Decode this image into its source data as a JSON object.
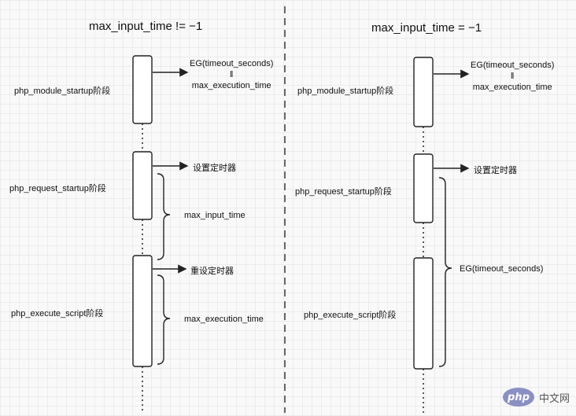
{
  "left": {
    "title": "max_input_time != −1",
    "phase_module": "php_module_startup阶段",
    "phase_request": "php_request_startup阶段",
    "phase_execute": "php_execute_script阶段",
    "eg_line1": "EG(timeout_seconds)",
    "eg_equals": "‖",
    "eg_line2": "max_execution_time",
    "set_timer": "设置定时器",
    "max_input": "max_input_time",
    "reset_timer": "重设定时器",
    "max_exec": "max_execution_time"
  },
  "right": {
    "title": "max_input_time = −1",
    "phase_module": "php_module_startup阶段",
    "phase_request": "php_request_startup阶段",
    "phase_execute": "php_execute_script阶段",
    "eg_line1": "EG(timeout_seconds)",
    "eg_equals": "‖",
    "eg_line2": "max_execution_time",
    "set_timer": "设置定时器",
    "eg_timeout": "EG(timeout_seconds)"
  },
  "watermark": {
    "logo": "php",
    "text": "中文网"
  }
}
